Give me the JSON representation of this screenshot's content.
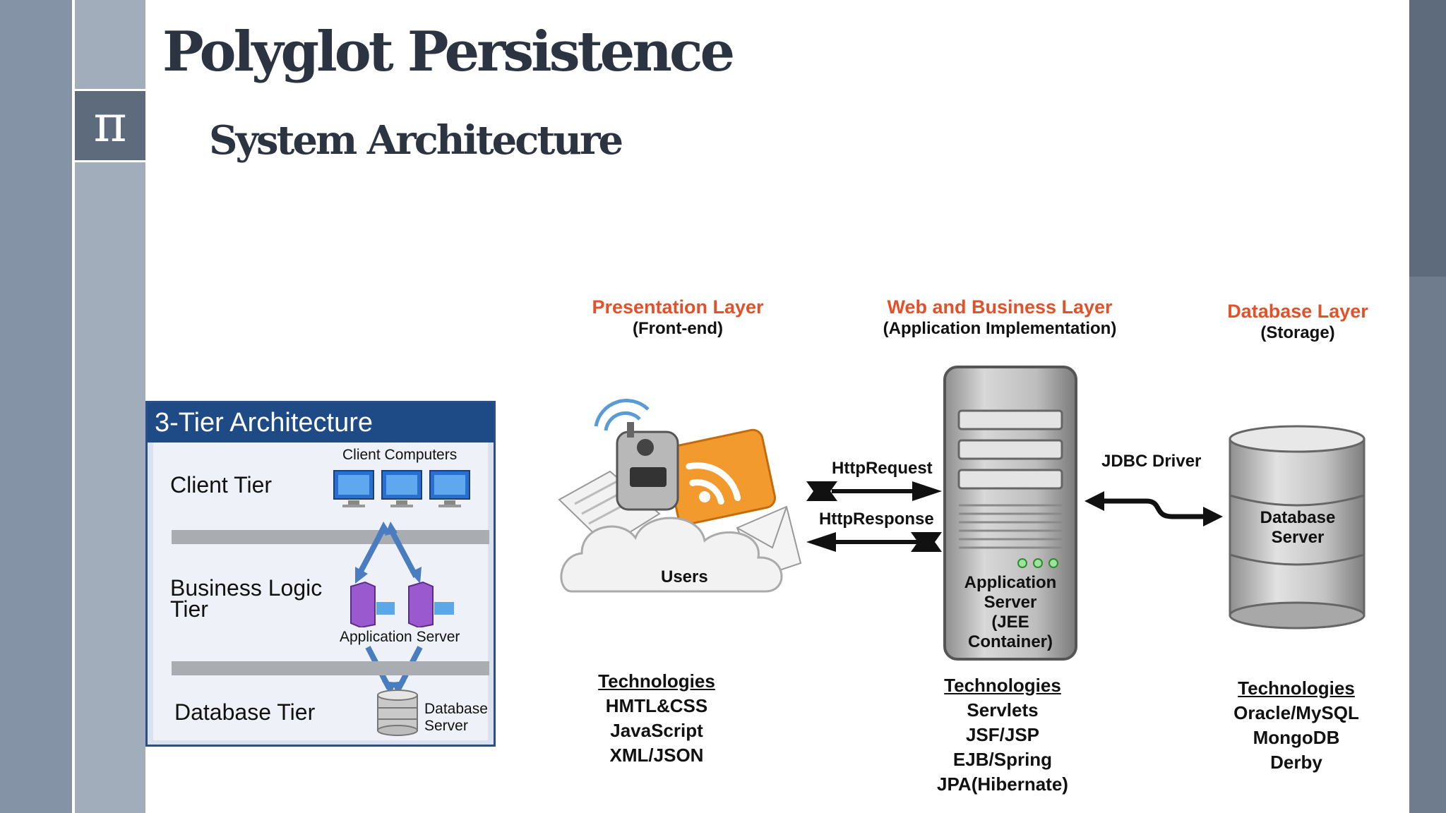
{
  "slide": {
    "title": "Polyglot Persistence",
    "subtitle": "System Architecture",
    "logo_symbol": "π"
  },
  "three_tier": {
    "heading": "3-Tier Architecture",
    "client_tier": "Client Tier",
    "client_computers": "Client Computers",
    "business_tier_line1": "Business Logic",
    "business_tier_line2": "Tier",
    "application_server": "Application Server",
    "database_tier": "Database Tier",
    "database_server_line1": "Database",
    "database_server_line2": "Server"
  },
  "layers": {
    "presentation": {
      "title": "Presentation Layer",
      "subtitle": "(Front-end)"
    },
    "web_business": {
      "title": "Web and Business Layer",
      "subtitle": "(Application Implementation)"
    },
    "database": {
      "title": "Database Layer",
      "subtitle": "(Storage)"
    }
  },
  "labels": {
    "users": "Users",
    "http_request": "HttpRequest",
    "http_response": "HttpResponse",
    "jdbc_driver": "JDBC Driver",
    "app_server_line1": "Application",
    "app_server_line2": "Server",
    "app_server_line3": "(JEE",
    "app_server_line4": "Container)",
    "db_server_line1": "Database",
    "db_server_line2": "Server"
  },
  "technologies": {
    "heading": "Technologies",
    "presentation": [
      "HMTL&CSS",
      "JavaScript",
      "XML/JSON"
    ],
    "web_business": [
      "Servlets",
      "JSF/JSP",
      "EJB/Spring",
      "JPA(Hibernate)"
    ],
    "database": [
      "Oracle/MySQL",
      "MongoDB",
      "Derby"
    ]
  },
  "colors": {
    "layer_title": "#e2512a",
    "tier_header": "#1e4a85",
    "sidebar": "#8593a6"
  }
}
